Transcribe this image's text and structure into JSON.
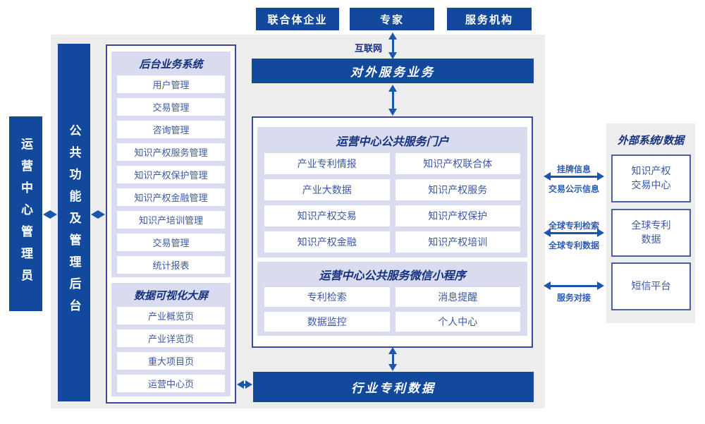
{
  "colors": {
    "primary_blue": "#12499d",
    "panel_border": "#3a4899",
    "section_lavender": "#d8dcee",
    "background_gray": "#ededed",
    "item_text_blue": "#3c58a6",
    "title_navy": "#15307f",
    "arrow_blue": "#1a56ab"
  },
  "top_actors": {
    "items": [
      "联合体企业",
      "专家",
      "服务机构"
    ]
  },
  "internet_label": "互联网",
  "bars": {
    "external_service": "对外服务业务",
    "industry_patent_data": "行业专利数据",
    "operation_admin": "运营中心管理员",
    "public_backend": "公共功能及管理后台"
  },
  "backend_system": {
    "title": "后台业务系统",
    "items": [
      "用户管理",
      "交易管理",
      "咨询管理",
      "知识产权服务管理",
      "知识产权保护管理",
      "知识产权金融管理",
      "知识产培训管理",
      "交易管理",
      "统计报表"
    ]
  },
  "dashboard": {
    "title": "数据可视化大屏",
    "items": [
      "产业概览页",
      "产业详览页",
      "重大项目页",
      "运营中心页"
    ]
  },
  "portal": {
    "title": "运营中心公共服务门户",
    "items": [
      "产业专利情报",
      "知识产权联合体",
      "产业大数据",
      "知识产权服务",
      "知识产权交易",
      "知识产权保护",
      "知识产权金融",
      "知识产权培训"
    ]
  },
  "miniapp": {
    "title": "运营中心公共服务微信小程序",
    "items": [
      "专利检索",
      "消息提醒",
      "数据监控",
      "个人中心"
    ]
  },
  "external_systems": {
    "title": "外部系统/数据",
    "items": [
      "知识产权\n交易中心",
      "全球专利\n数据",
      "短信平台"
    ]
  },
  "links": {
    "trade_top": "挂牌信息",
    "trade_bottom": "交易公示信息",
    "patent_top": "全球专利检索",
    "patent_bottom": "全球专利数据",
    "service_bottom": "服务对接"
  }
}
